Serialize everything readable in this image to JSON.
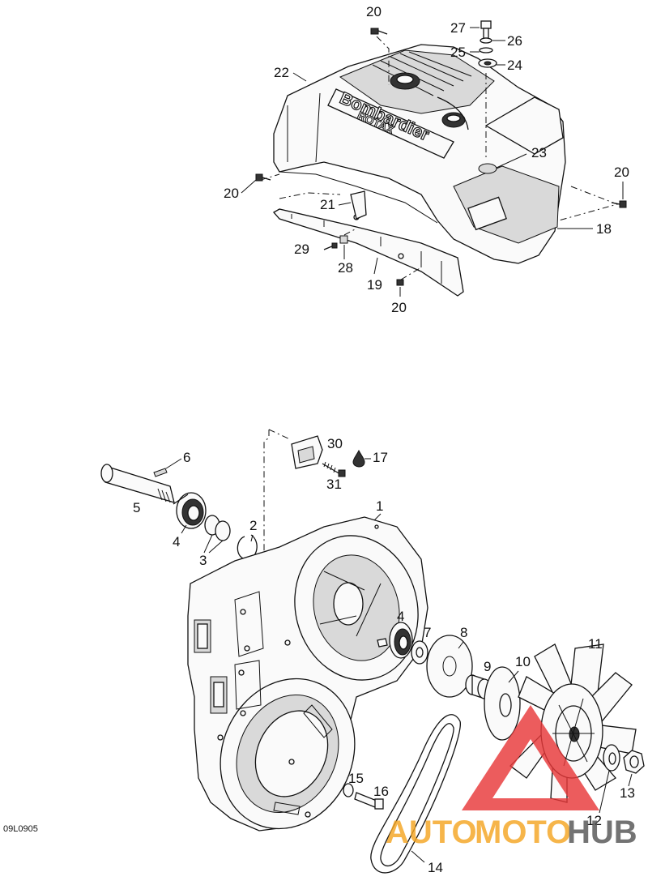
{
  "diagram_code": "09L0905",
  "cover_logo": {
    "brand": "Bombardier",
    "model": "ROTAX"
  },
  "upper_callouts": [
    "20",
    "27",
    "26",
    "25",
    "24",
    "22",
    "23",
    "20",
    "20",
    "21",
    "18",
    "29",
    "28",
    "19",
    "20"
  ],
  "lower_callouts": [
    "6",
    "30",
    "17",
    "31",
    "5",
    "1",
    "4",
    "2",
    "3",
    "4",
    "7",
    "8",
    "11",
    "10",
    "9",
    "15",
    "16",
    "13",
    "12",
    "14"
  ],
  "watermark": {
    "text_a": "AUTO",
    "text_b": "MOTO",
    "text_c": "HUB",
    "colors": {
      "triangle": "#e8393a",
      "auto": "#f5a623",
      "hub": "#555555"
    }
  },
  "colors": {
    "line": "#111111",
    "background": "#ffffff"
  }
}
